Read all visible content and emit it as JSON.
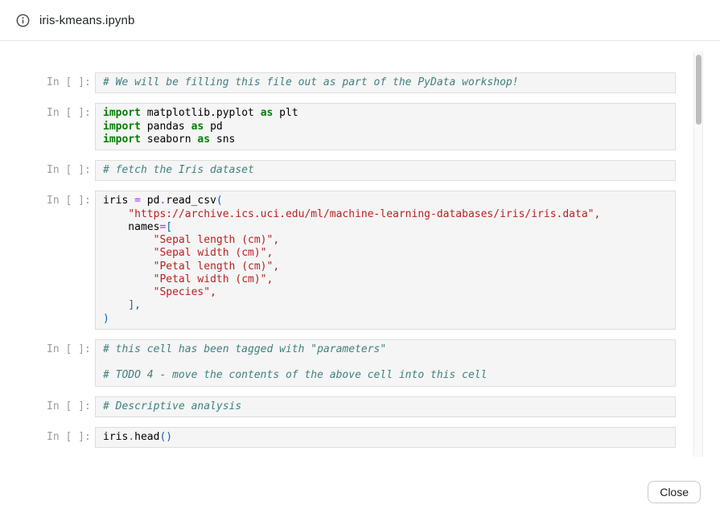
{
  "header": {
    "title": "iris-kmeans.ipynb"
  },
  "footer": {
    "close_label": "Close"
  },
  "scrollbar": {
    "thumb_visible": true
  },
  "colors": {
    "comment": "#408080",
    "keyword": "#008000",
    "string": "#BA2121",
    "operator": "#AA22FF",
    "punct": "#0b61c1",
    "plain": "#000000",
    "cell-bg": "#f5f5f5",
    "cell-border": "#dedede"
  },
  "notebook": {
    "prompt": "In [ ]:",
    "cells": [
      {
        "lines": [
          [
            {
              "c": "com",
              "t": "# We will be filling this file out as part of the PyData workshop!"
            }
          ]
        ]
      },
      {
        "lines": [
          [
            {
              "c": "kw",
              "t": "import"
            },
            {
              "c": "pl",
              "t": " matplotlib.pyplot "
            },
            {
              "c": "kw",
              "t": "as"
            },
            {
              "c": "pl",
              "t": " plt"
            }
          ],
          [
            {
              "c": "kw",
              "t": "import"
            },
            {
              "c": "pl",
              "t": " pandas "
            },
            {
              "c": "kw",
              "t": "as"
            },
            {
              "c": "pl",
              "t": " pd"
            }
          ],
          [
            {
              "c": "kw",
              "t": "import"
            },
            {
              "c": "pl",
              "t": " seaborn "
            },
            {
              "c": "kw",
              "t": "as"
            },
            {
              "c": "pl",
              "t": " sns"
            }
          ]
        ]
      },
      {
        "lines": [
          [
            {
              "c": "com",
              "t": "# fetch the Iris dataset"
            }
          ]
        ]
      },
      {
        "lines": [
          [
            {
              "c": "pl",
              "t": "iris "
            },
            {
              "c": "op",
              "t": "="
            },
            {
              "c": "pl",
              "t": " pd"
            },
            {
              "c": "op",
              "t": "."
            },
            {
              "c": "pl",
              "t": "read_csv"
            },
            {
              "c": "pun",
              "t": "("
            }
          ],
          [
            {
              "c": "pl",
              "t": "    "
            },
            {
              "c": "str",
              "t": "\"https://archive.ics.uci.edu/ml/machine-learning-databases/iris/iris.data\""
            },
            {
              "c": "str",
              "t": ","
            }
          ],
          [
            {
              "c": "pl",
              "t": "    names"
            },
            {
              "c": "op",
              "t": "="
            },
            {
              "c": "pun",
              "t": "["
            }
          ],
          [
            {
              "c": "pl",
              "t": "        "
            },
            {
              "c": "str",
              "t": "\"Sepal length (cm)\""
            },
            {
              "c": "str",
              "t": ","
            }
          ],
          [
            {
              "c": "pl",
              "t": "        "
            },
            {
              "c": "str",
              "t": "\"Sepal width (cm)\""
            },
            {
              "c": "str",
              "t": ","
            }
          ],
          [
            {
              "c": "pl",
              "t": "        "
            },
            {
              "c": "str",
              "t": "\"Petal length (cm)\""
            },
            {
              "c": "str",
              "t": ","
            }
          ],
          [
            {
              "c": "pl",
              "t": "        "
            },
            {
              "c": "str",
              "t": "\"Petal width (cm)\""
            },
            {
              "c": "str",
              "t": ","
            }
          ],
          [
            {
              "c": "pl",
              "t": "        "
            },
            {
              "c": "str",
              "t": "\"Species\""
            },
            {
              "c": "str",
              "t": ","
            }
          ],
          [
            {
              "c": "pl",
              "t": "    "
            },
            {
              "c": "pun",
              "t": "],"
            }
          ],
          [
            {
              "c": "pun",
              "t": ")"
            }
          ]
        ]
      },
      {
        "lines": [
          [
            {
              "c": "com",
              "t": "# this cell has been tagged with \"parameters\""
            }
          ],
          [],
          [
            {
              "c": "com",
              "t": "# TODO 4 - move the contents of the above cell into this cell"
            }
          ]
        ]
      },
      {
        "lines": [
          [
            {
              "c": "com",
              "t": "# Descriptive analysis"
            }
          ]
        ]
      },
      {
        "lines": [
          [
            {
              "c": "pl",
              "t": "iris"
            },
            {
              "c": "op",
              "t": "."
            },
            {
              "c": "pl",
              "t": "head"
            },
            {
              "c": "pun",
              "t": "()"
            }
          ]
        ]
      }
    ]
  }
}
